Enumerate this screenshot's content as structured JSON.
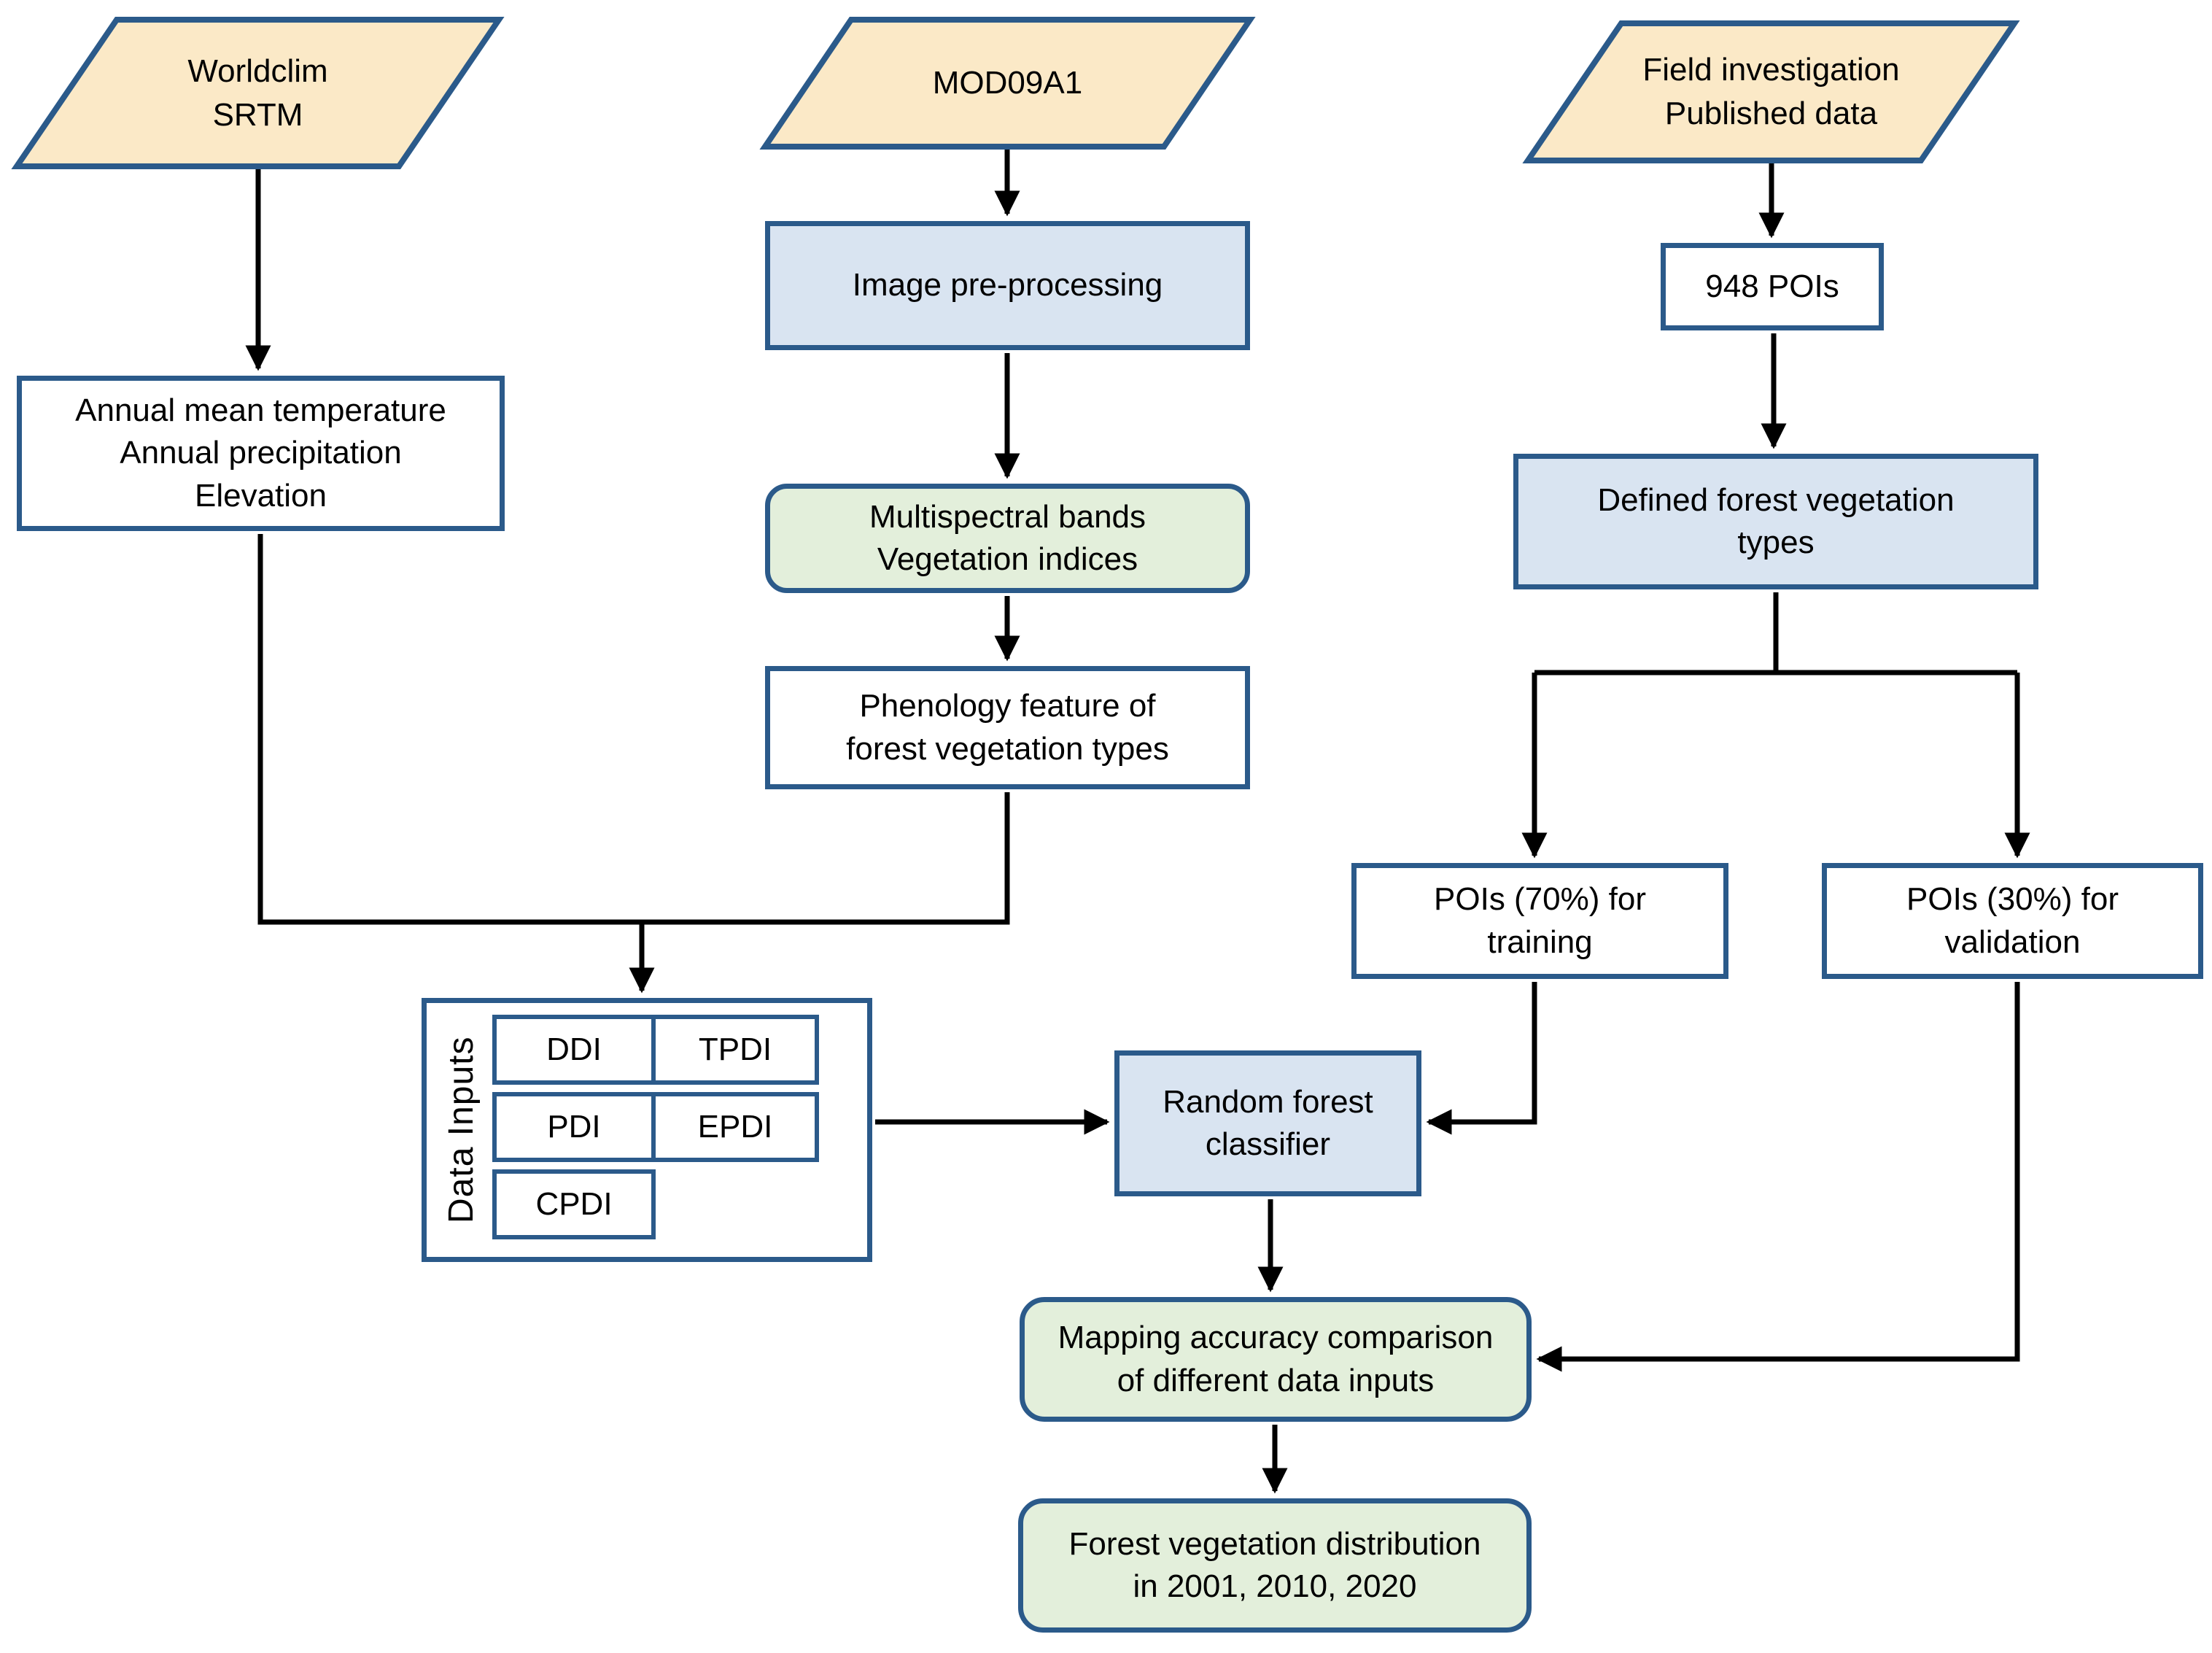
{
  "theme": {
    "canvas_bg": "#FFFFFF",
    "fill_yellow": "#FBE9C7",
    "fill_blue": "#D9E4F1",
    "fill_green": "#E3EFDB",
    "border_blue": "#2B5A8A",
    "line_color": "#000000",
    "text_color": "#000000"
  },
  "nodes": {
    "worldclim": {
      "label": "Worldclim\nSRTM"
    },
    "mod09a1": {
      "label": "MOD09A1"
    },
    "field_investigation": {
      "label": "Field investigation\nPublished data"
    },
    "climate_variables": {
      "label": "Annual mean temperature\nAnnual precipitation\nElevation"
    },
    "image_preprocessing": {
      "label": "Image pre-processing"
    },
    "multispectral": {
      "label": "Multispectral bands\nVegetation indices"
    },
    "phenology": {
      "label": "Phenology feature of\nforest vegetation types"
    },
    "pois_948": {
      "label": "948 POIs"
    },
    "defined_types": {
      "label": "Defined forest vegetation\ntypes"
    },
    "pois_training": {
      "label": "POIs (70%) for\ntraining"
    },
    "pois_validation": {
      "label": "POIs (30%) for\nvalidation"
    },
    "data_inputs": {
      "label": "Data Inputs",
      "cells": [
        "DDI",
        "TPDI",
        "PDI",
        "EPDI",
        "CPDI"
      ]
    },
    "random_forest": {
      "label": "Random forest\nclassifier"
    },
    "mapping_accuracy": {
      "label": "Mapping accuracy comparison\nof different data inputs"
    },
    "distribution": {
      "label": "Forest vegetation distribution\nin 2001, 2010, 2020"
    }
  }
}
